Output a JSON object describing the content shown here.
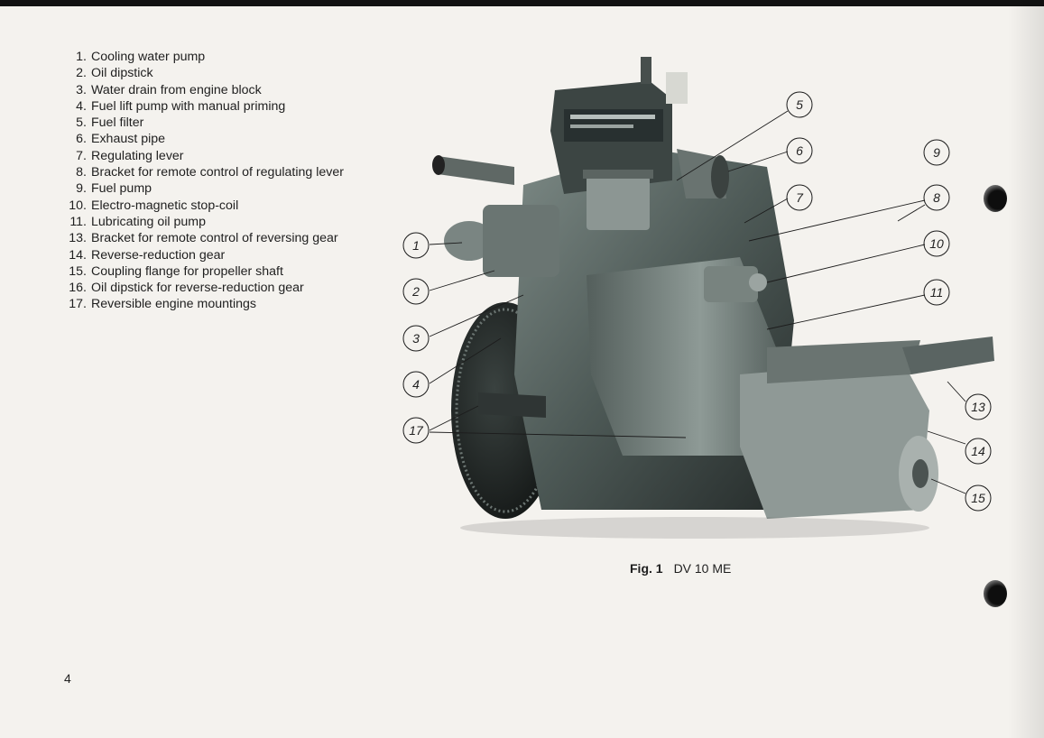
{
  "legend": [
    {
      "num": "1.",
      "text": "Cooling water pump"
    },
    {
      "num": "2.",
      "text": "Oil dipstick"
    },
    {
      "num": "3.",
      "text": "Water drain from engine block"
    },
    {
      "num": "4.",
      "text": "Fuel lift pump with manual priming"
    },
    {
      "num": "5.",
      "text": "Fuel filter"
    },
    {
      "num": "6.",
      "text": "Exhaust pipe"
    },
    {
      "num": "7.",
      "text": "Regulating lever"
    },
    {
      "num": "8.",
      "text": "Bracket for remote control of regulating lever"
    },
    {
      "num": "9.",
      "text": "Fuel pump"
    },
    {
      "num": "10.",
      "text": "Electro-magnetic stop-coil"
    },
    {
      "num": "11.",
      "text": "Lubricating oil pump"
    },
    {
      "num": "13.",
      "text": "Bracket for remote control of reversing gear"
    },
    {
      "num": "14.",
      "text": "Reverse-reduction gear"
    },
    {
      "num": "15.",
      "text": "Coupling flange for propeller shaft"
    },
    {
      "num": "16.",
      "text": "Oil dipstick for reverse-reduction gear"
    },
    {
      "num": "17.",
      "text": "Reversible engine mountings"
    }
  ],
  "callouts": [
    "1",
    "2",
    "3",
    "4",
    "5",
    "6",
    "7",
    "8",
    "9",
    "10",
    "11",
    "13",
    "14",
    "15",
    "17"
  ],
  "caption": {
    "label": "Fig. 1",
    "model": "DV 10 ME"
  },
  "page_number": "4"
}
